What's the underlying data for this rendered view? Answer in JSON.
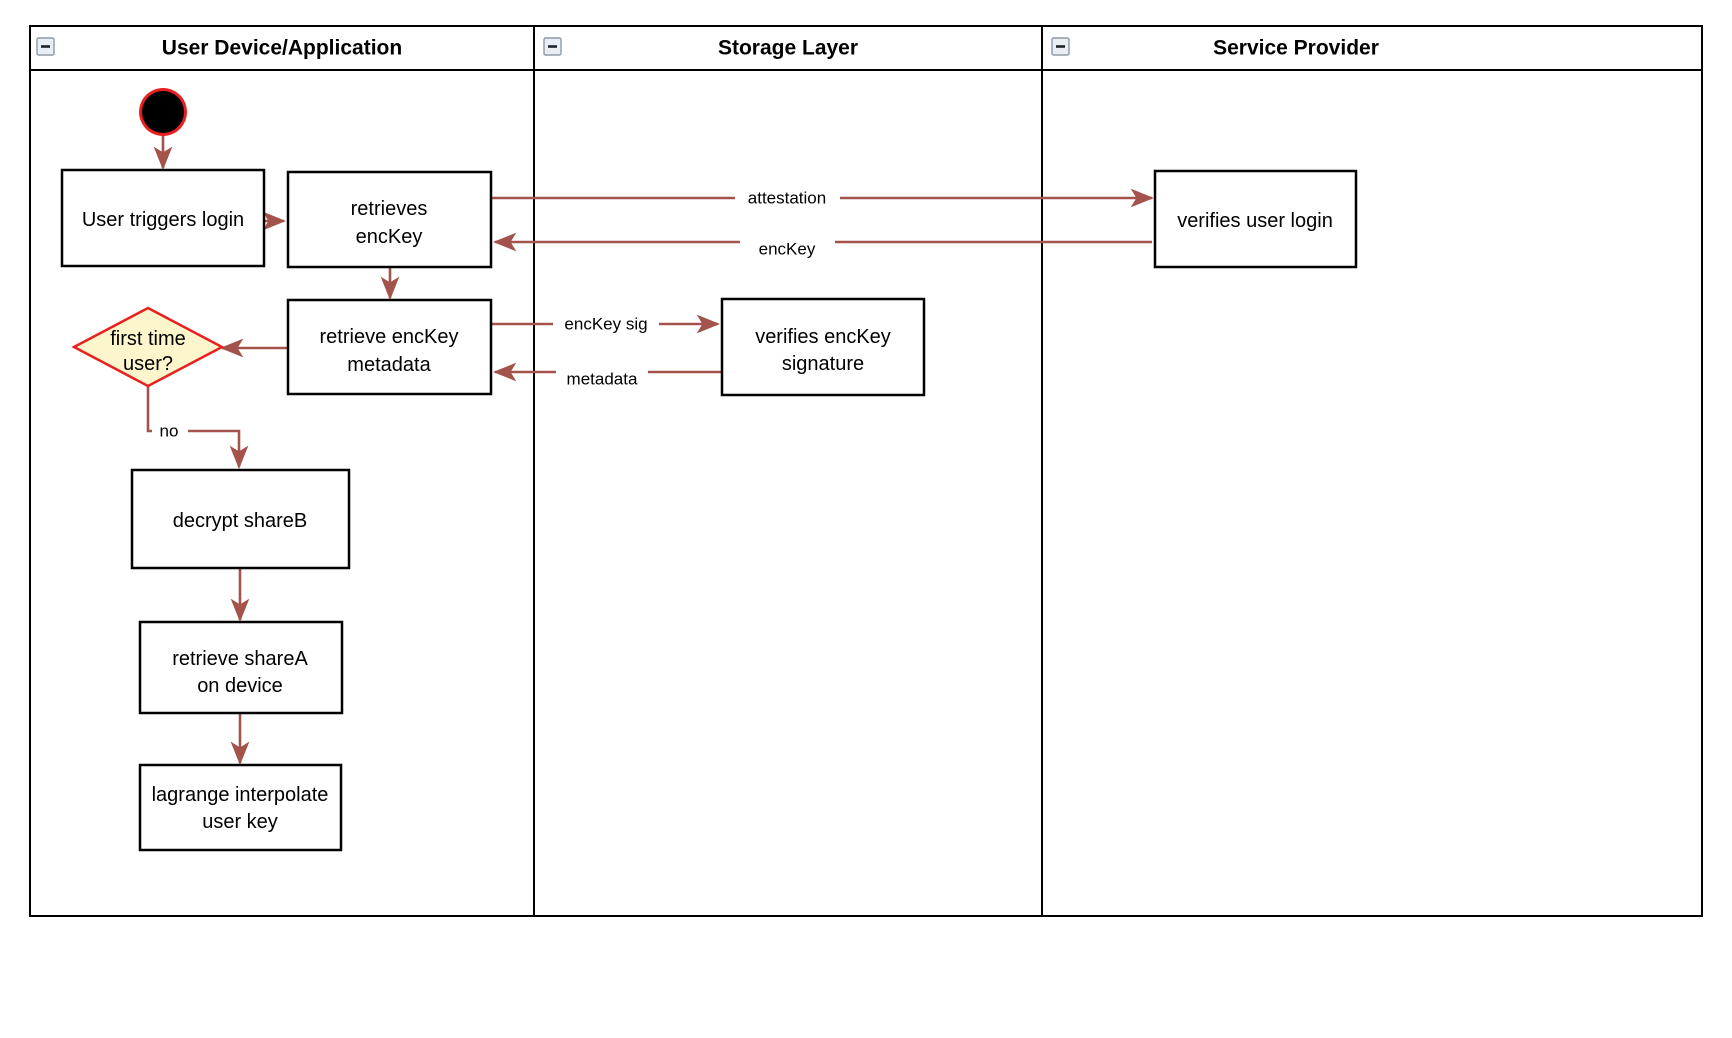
{
  "diagram": {
    "type": "swimlane-activity-diagram",
    "background": "#ffffff",
    "colors": {
      "edge": "#a3534c",
      "decision_fill": "#fdf6cd",
      "decision_stroke": "#e8201f",
      "start_ring": "#e8201f",
      "start_fill": "#000000",
      "node_stroke": "#000000",
      "lane_stroke": "#000000",
      "text": "#000000"
    },
    "lanes": [
      {
        "id": "lane-user",
        "title": "User Device/Application",
        "collapse_icon": "collapse-minus-icon"
      },
      {
        "id": "lane-storage",
        "title": "Storage Layer",
        "collapse_icon": "collapse-minus-icon"
      },
      {
        "id": "lane-service",
        "title": "Service Provider",
        "collapse_icon": "collapse-minus-icon"
      }
    ],
    "nodes": [
      {
        "id": "start",
        "kind": "start-node",
        "lane": "lane-user",
        "label": ""
      },
      {
        "id": "user-login",
        "kind": "activity",
        "lane": "lane-user",
        "label": "User triggers login"
      },
      {
        "id": "retrieves-enckey",
        "kind": "activity",
        "lane": "lane-user",
        "label_lines": [
          "retrieves",
          "encKey"
        ]
      },
      {
        "id": "retrieve-meta",
        "kind": "activity",
        "lane": "lane-user",
        "label_lines": [
          "retrieve encKey",
          "metadata"
        ]
      },
      {
        "id": "first-time-user",
        "kind": "decision",
        "lane": "lane-user",
        "label_lines": [
          "first time",
          "user?"
        ]
      },
      {
        "id": "decrypt-shareb",
        "kind": "activity",
        "lane": "lane-user",
        "label": "decrypt shareB"
      },
      {
        "id": "retrieve-sharea",
        "kind": "activity",
        "lane": "lane-user",
        "label_lines": [
          "retrieve shareA",
          "on device"
        ]
      },
      {
        "id": "lagrange",
        "kind": "activity",
        "lane": "lane-user",
        "label_lines": [
          "lagrange interpolate",
          "user key"
        ]
      },
      {
        "id": "verifies-sig",
        "kind": "activity",
        "lane": "lane-storage",
        "label_lines": [
          "verifies encKey",
          "signature"
        ]
      },
      {
        "id": "verifies-login",
        "kind": "activity",
        "lane": "lane-service",
        "label": "verifies user login"
      }
    ],
    "edges": [
      {
        "id": "e-start-login",
        "from": "start",
        "to": "user-login",
        "label": ""
      },
      {
        "id": "e-login-retrieves",
        "from": "user-login",
        "to": "retrieves-enckey",
        "label": ""
      },
      {
        "id": "e-attestation",
        "from": "retrieves-enckey",
        "to": "verifies-login",
        "label": "attestation"
      },
      {
        "id": "e-enckey",
        "from": "verifies-login",
        "to": "retrieves-enckey",
        "label": "encKey"
      },
      {
        "id": "e-retrieves-meta",
        "from": "retrieves-enckey",
        "to": "retrieve-meta",
        "label": ""
      },
      {
        "id": "e-enckey-sig",
        "from": "retrieve-meta",
        "to": "verifies-sig",
        "label": "encKey sig"
      },
      {
        "id": "e-metadata",
        "from": "verifies-sig",
        "to": "retrieve-meta",
        "label": "metadata"
      },
      {
        "id": "e-meta-decision",
        "from": "retrieve-meta",
        "to": "first-time-user",
        "label": ""
      },
      {
        "id": "e-decision-decrypt",
        "from": "first-time-user",
        "to": "decrypt-shareb",
        "label": "no"
      },
      {
        "id": "e-decrypt-sharea",
        "from": "decrypt-shareb",
        "to": "retrieve-sharea",
        "label": ""
      },
      {
        "id": "e-sharea-lagrange",
        "from": "retrieve-sharea",
        "to": "lagrange",
        "label": ""
      }
    ]
  }
}
